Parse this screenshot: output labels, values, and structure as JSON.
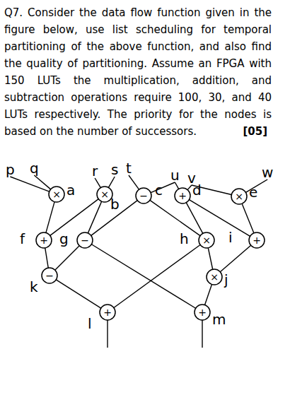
{
  "diagram": {
    "nodes": [
      {
        "text": [
          "×",
          "a"
        ]
      },
      {
        "text": [
          "×",
          "b"
        ]
      },
      {
        "text": [
          "−",
          "c"
        ]
      },
      {
        "text": [
          "+",
          "d"
        ]
      },
      {
        "text": [
          "×",
          "e"
        ]
      },
      {
        "text": [
          "+",
          "f"
        ]
      },
      {
        "text": [
          "−",
          "g"
        ]
      },
      {
        "text": [
          "×",
          "h"
        ]
      },
      {
        "text": [
          "+",
          "i"
        ]
      },
      {
        "text": [
          "−",
          "k"
        ]
      },
      {
        "text": [
          "×",
          "j"
        ]
      },
      {
        "text": [
          "+",
          "l"
        ]
      },
      {
        "text": [
          "+",
          "m"
        ]
      }
    ],
    "edges": [
      {
        "from": 0,
        "to": 5,
        "arrow": "none"
      },
      {
        "from": 1,
        "to": 5,
        "arrow": "none"
      },
      {
        "from": 1,
        "to": 6,
        "arrow": "none"
      },
      {
        "from": 2,
        "to": 6,
        "arrow": "none"
      },
      {
        "from": 2,
        "to": 7,
        "arrow": "none"
      },
      {
        "from": 3,
        "to": 7,
        "arrow": "none"
      },
      {
        "from": 3,
        "to": 8,
        "arrow": "none"
      },
      {
        "from": 4,
        "to": 8,
        "arrow": "none"
      },
      {
        "from": 5,
        "to": 9,
        "arrow": "none"
      },
      {
        "from": 6,
        "to": 9,
        "arrow": "none"
      },
      {
        "from": 7,
        "to": 10,
        "arrow": "none"
      },
      {
        "from": 8,
        "to": 10,
        "arrow": "none"
      },
      {
        "from": 9,
        "to": 11,
        "arrow": "none"
      },
      {
        "from": 7,
        "to": 11,
        "arrow": "none"
      },
      {
        "from": 6,
        "to": 12,
        "arrow": "none"
      },
      {
        "from": 10,
        "to": 12,
        "arrow": "none"
      }
    ],
    "labels": [
      "Q7. Consider the data flow function given in the figure below, use list scheduling for temporal partitioning of the above function, and also find the quality of partitioning. Assume an FPGA with 150 LUTs the multiplication, addition, and subtraction operations require 100, 30, and 40 LUTs respectively. The priority for the nodes is based on the number of successors.",
      "[05]",
      "p",
      "q",
      "r",
      "s",
      "t",
      "u",
      "v",
      "w"
    ]
  }
}
